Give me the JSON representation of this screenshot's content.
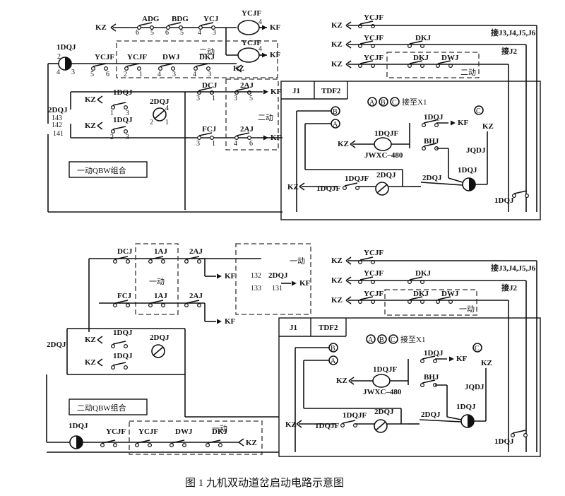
{
  "caption": "图 1    九机双动道岔启动电路示意图",
  "top": {
    "kz": "KZ",
    "kf": "KF",
    "adg": "ADG",
    "bdg": "BDG",
    "ycj": "YCJ",
    "ycjf": "YCJF",
    "dqj": "1DQJ",
    "dwj": "DWJ",
    "dkj": "DKJ",
    "dcj": "DCJ",
    "fcj": "FCJ",
    "aj2": "2AJ",
    "dqj2": "2DQJ",
    "erdong": "二动",
    "group": "一动QBW组合",
    "n6": "6",
    "n5": "5",
    "n4": "4",
    "n3": "3",
    "n2": "2",
    "n1": "1",
    "n143": "143",
    "n142": "142",
    "n141": "141"
  },
  "bottom": {
    "dcj": "DCJ",
    "fcj": "FCJ",
    "aj1": "1AJ",
    "aj2": "2AJ",
    "dqj2": "2DQJ",
    "yidong": "一动",
    "n132": "132",
    "n133": "133",
    "n131": "131",
    "group": "二动QBW组合",
    "dqj": "1DQJ",
    "ycjf": "YCJF",
    "dwj": "DWJ",
    "dkj": "DKJ",
    "kz": "KZ",
    "kf": "KF"
  },
  "panel": {
    "j1": "J1",
    "tdf2": "TDF2",
    "a": "A",
    "b": "B",
    "c": "C",
    "jiezhi": "接至X1",
    "dqjf": "1DQJF",
    "relay": "JWXC–480",
    "bhj": "BHJ",
    "jqdj": "JQDJ",
    "dqj": "1DQJ",
    "dqj2": "2DQJ",
    "kz": "KZ",
    "kf": "KF",
    "ycjf": "YCJF",
    "dkj": "DKJ",
    "dwj": "DWJ",
    "jie_j3": "接J3,J4,J5,J6",
    "jie_j2": "接J2",
    "erdong": "二动",
    "yidong": "一动"
  }
}
